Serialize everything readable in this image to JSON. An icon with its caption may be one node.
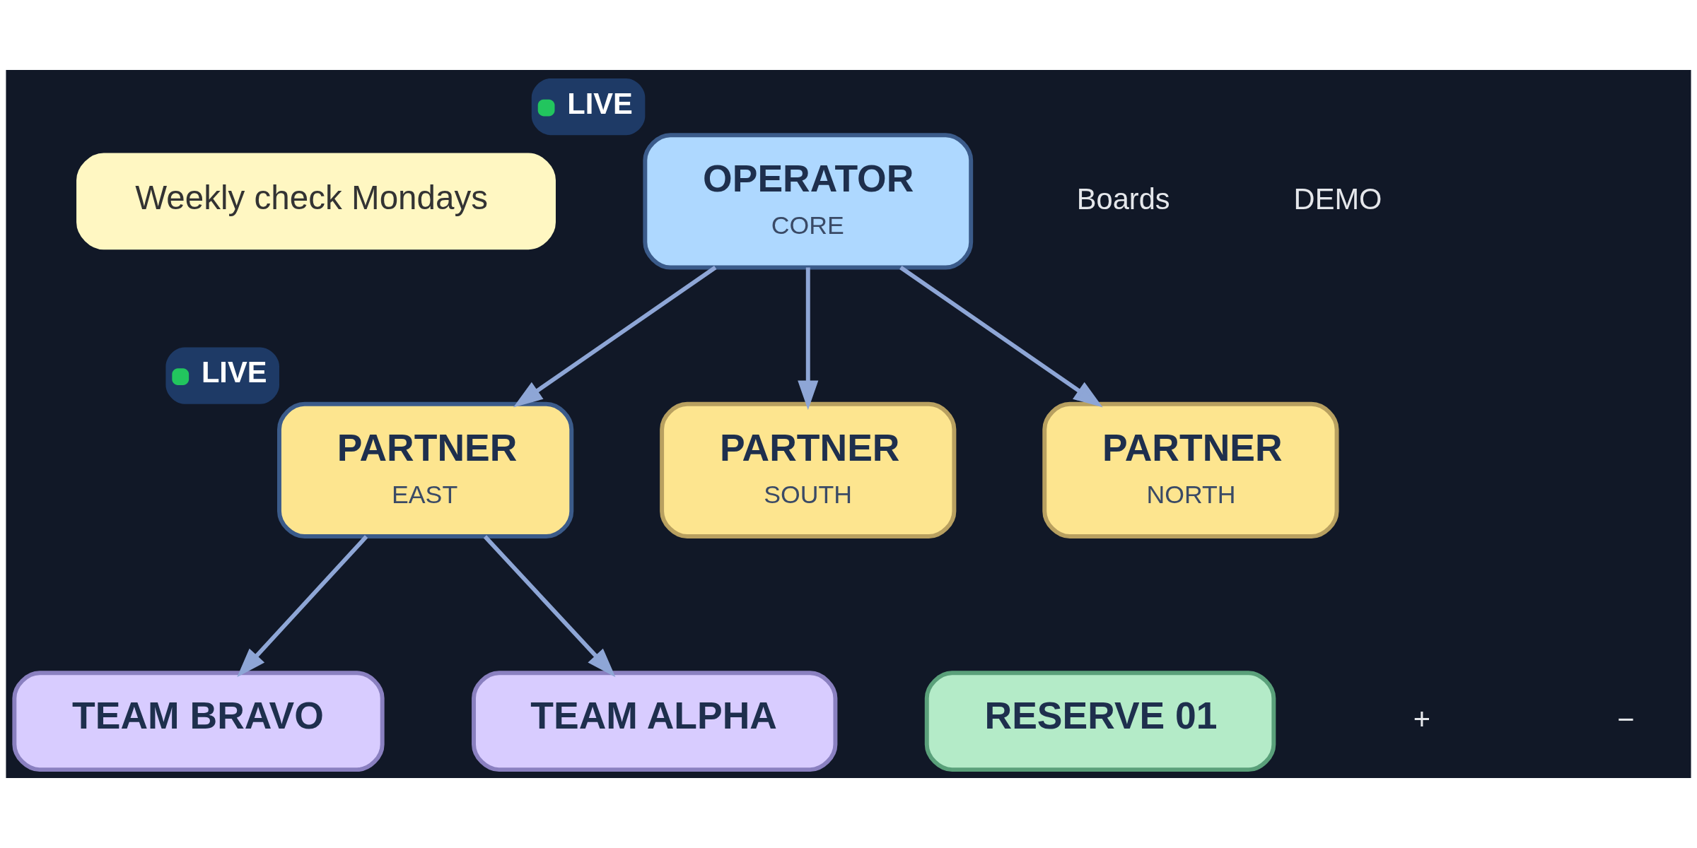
{
  "diagram": {
    "nodes": [
      {
        "text": [
          "Weekly check Mondays"
        ]
      },
      {
        "text": [
          "OPERATOR",
          "CORE"
        ],
        "beside": [
          "LIVE"
        ]
      },
      {
        "text": [
          "PARTNER",
          "EAST"
        ],
        "beside": [
          "LIVE"
        ]
      },
      {
        "text": [
          "PARTNER",
          "SOUTH"
        ]
      },
      {
        "text": [
          "PARTNER",
          "NORTH"
        ]
      },
      {
        "text": [
          "TEAM BRAVO"
        ]
      },
      {
        "text": [
          "TEAM ALPHA"
        ]
      },
      {
        "text": [
          "RESERVE 01"
        ]
      }
    ],
    "edges": [
      {
        "from": 1,
        "to": 2,
        "arrow": "to"
      },
      {
        "from": 1,
        "to": 3,
        "arrow": "to"
      },
      {
        "from": 1,
        "to": 4,
        "arrow": "to"
      },
      {
        "from": 2,
        "to": 5,
        "arrow": "to"
      },
      {
        "from": 2,
        "to": 6,
        "arrow": "to"
      }
    ],
    "labels": [
      "Boards",
      "DEMO",
      "+",
      "−"
    ]
  }
}
